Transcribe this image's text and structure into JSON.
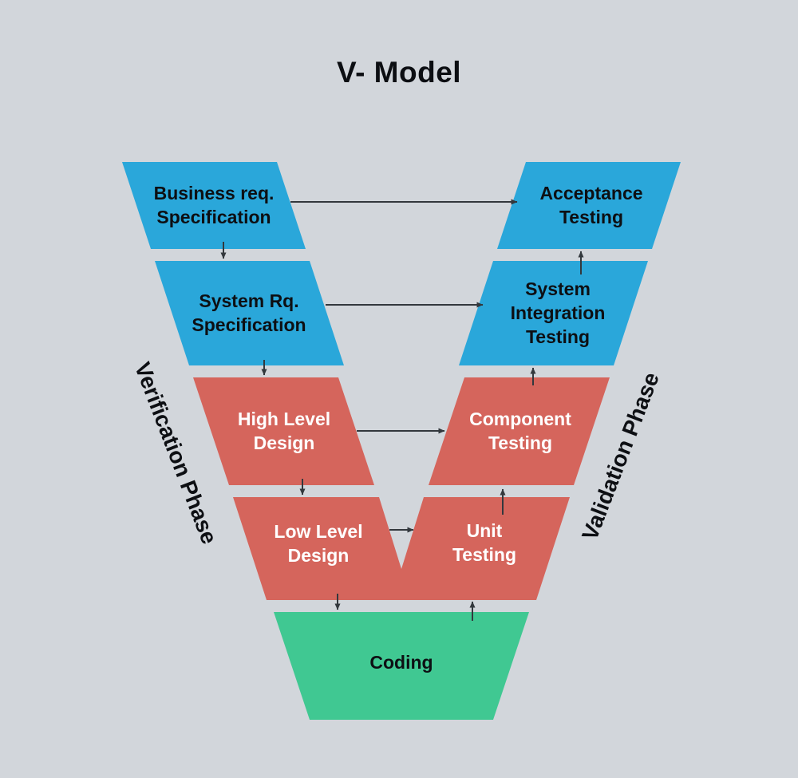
{
  "title": "V- Model",
  "phase_labels": {
    "verification": "Verification Phase",
    "validation": "Validation Phase"
  },
  "colors": {
    "background": "#d2d6db",
    "requirement_blue": "#2aa7da",
    "design_red": "#d5655c",
    "coding_green": "#40c892",
    "arrow_dark": "#33383d",
    "label_dark": "#0d0f13",
    "label_light": "#ffffff"
  },
  "boxes": [
    {
      "id": "business-req-specification",
      "lines": [
        "Business req.",
        "Specification"
      ],
      "color": "blue",
      "column": "left"
    },
    {
      "id": "system-rq-specification",
      "lines": [
        "System Rq.",
        "Specification"
      ],
      "color": "blue",
      "column": "left"
    },
    {
      "id": "high-level-design",
      "lines": [
        "High Level",
        "Design"
      ],
      "color": "red",
      "column": "left"
    },
    {
      "id": "low-level-design",
      "lines": [
        "Low Level",
        "Design"
      ],
      "color": "red",
      "column": "left"
    },
    {
      "id": "coding",
      "lines": [
        "Coding"
      ],
      "color": "green",
      "column": "center"
    },
    {
      "id": "acceptance-testing",
      "lines": [
        "Acceptance",
        "Testing"
      ],
      "color": "blue",
      "column": "right"
    },
    {
      "id": "system-integration-testing",
      "lines": [
        "System",
        "Integration",
        "Testing"
      ],
      "color": "blue",
      "column": "right"
    },
    {
      "id": "component-testing",
      "lines": [
        "Component",
        "Testing"
      ],
      "color": "red",
      "column": "right"
    },
    {
      "id": "unit-testing",
      "lines": [
        "Unit",
        "Testing"
      ],
      "color": "red",
      "column": "right"
    }
  ],
  "flows": [
    {
      "from": "business-req-specification",
      "to": "acceptance-testing",
      "direction": "right"
    },
    {
      "from": "system-rq-specification",
      "to": "system-integration-testing",
      "direction": "right"
    },
    {
      "from": "high-level-design",
      "to": "component-testing",
      "direction": "right"
    },
    {
      "from": "low-level-design",
      "to": "unit-testing",
      "direction": "right"
    },
    {
      "from": "business-req-specification",
      "to": "system-rq-specification",
      "direction": "down"
    },
    {
      "from": "system-rq-specification",
      "to": "high-level-design",
      "direction": "down"
    },
    {
      "from": "high-level-design",
      "to": "low-level-design",
      "direction": "down"
    },
    {
      "from": "low-level-design",
      "to": "coding",
      "direction": "down"
    },
    {
      "from": "coding",
      "to": "unit-testing",
      "direction": "up"
    },
    {
      "from": "unit-testing",
      "to": "component-testing",
      "direction": "up"
    },
    {
      "from": "component-testing",
      "to": "system-integration-testing",
      "direction": "up"
    },
    {
      "from": "system-integration-testing",
      "to": "acceptance-testing",
      "direction": "up"
    }
  ]
}
